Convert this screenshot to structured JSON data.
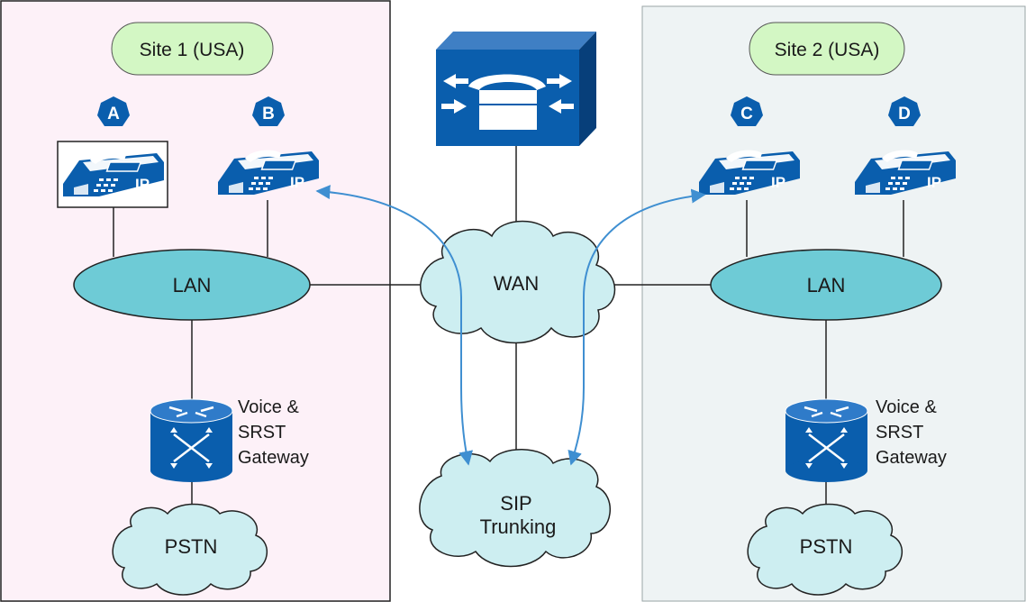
{
  "sites": [
    {
      "label": "Site 1 (USA)",
      "lan": "LAN",
      "gateway": [
        "Voice &",
        "SRST",
        "Gateway"
      ],
      "pstn": "PSTN"
    },
    {
      "label": "Site 2 (USA)",
      "lan": "LAN",
      "gateway": [
        "Voice &",
        "SRST",
        "Gateway"
      ],
      "pstn": "PSTN"
    }
  ],
  "phones": [
    {
      "badge": "A",
      "tag": "IP"
    },
    {
      "badge": "B",
      "tag": "IP"
    },
    {
      "badge": "C",
      "tag": "IP"
    },
    {
      "badge": "D",
      "tag": "IP"
    }
  ],
  "center": {
    "wan": "WAN",
    "sip": [
      "SIP",
      "Trunking"
    ]
  },
  "colors": {
    "site1_bg": "#fdf1f8",
    "site2_bg": "#eef3f4",
    "cloud": "#cdeef1",
    "lan": "#6ecbd6",
    "site_label": "#d3f7c4",
    "cisco_blue": "#0a5ead",
    "arrow": "#3f8fd1"
  }
}
